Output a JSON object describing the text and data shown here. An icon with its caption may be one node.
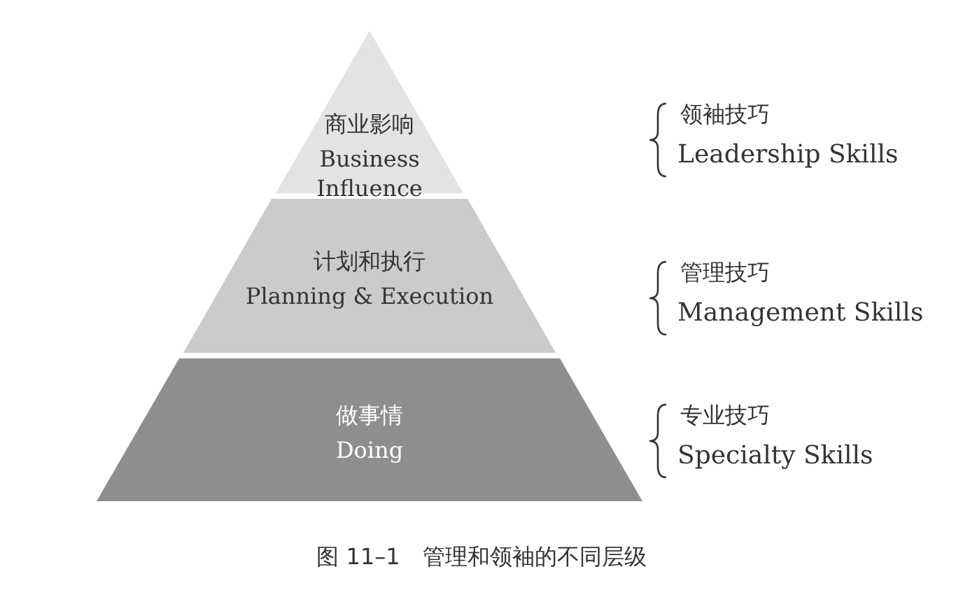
{
  "diagram": {
    "caption": "图 11–1　管理和领袖的不同层级",
    "nodes": [
      {
        "text": [
          "商业影响",
          "Business Influence"
        ]
      },
      {
        "text": [
          "计划和执行",
          "Planning & Execution"
        ]
      },
      {
        "text": [
          "做事情",
          "Doing"
        ]
      }
    ],
    "labels": [
      "领袖技巧",
      "Leadership Skills",
      "管理技巧",
      "Management Skills",
      "专业技巧",
      "Specialty Skills"
    ]
  }
}
